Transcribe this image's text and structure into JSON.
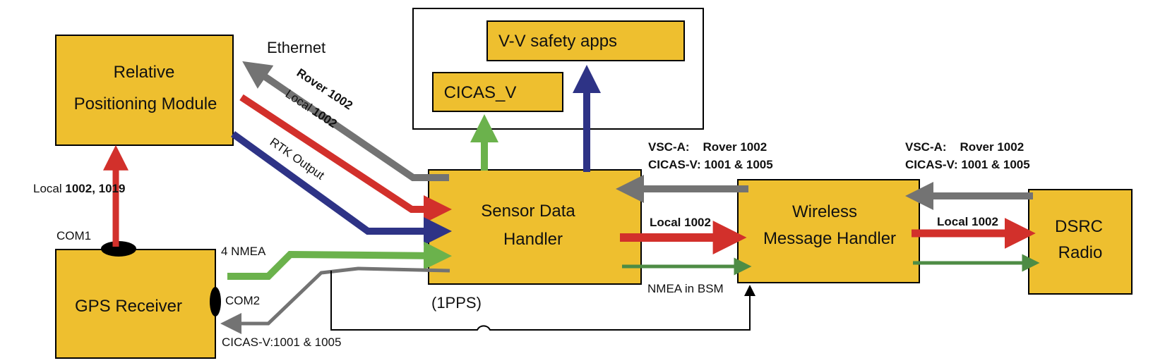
{
  "colors": {
    "box_fill": "#EEBF2F",
    "box_stroke": "#000000",
    "gray": "#737373",
    "red": "#D2302B",
    "blue": "#2E3386",
    "green": "#6BB24C",
    "dark_green": "#4E8C45"
  },
  "boxes": {
    "rpm": [
      "Relative",
      "Positioning Module"
    ],
    "gps": "GPS Receiver",
    "vv": "V-V safety apps",
    "cicas": "CICAS_V",
    "sdh": [
      "Sensor Data",
      "Handler"
    ],
    "wmh": [
      "Wireless",
      "Message Handler"
    ],
    "dsrc": [
      "DSRC",
      "Radio"
    ]
  },
  "labels": {
    "ethernet": "Ethernet",
    "rover_1002": "Rover 1002",
    "local_1002_diag": "Local 1002",
    "rtk_output": "RTK Output",
    "local_1002_1019": "Local 1002, 1019",
    "com1": "COM1",
    "com2": "COM2",
    "nmea4": "4 NMEA",
    "cicas_1001_1005": "CICAS-V:1001 & 1005",
    "pps": "(1PPS)",
    "nmea_bsm": "NMEA in BSM",
    "vsc_a_1": "VSC-A:    Rover 1002",
    "cicas_v_1": "CICAS-V: 1001 & 1005",
    "local_1002_mid": "Local 1002",
    "vsc_a_2": "VSC-A:    Rover 1002",
    "cicas_v_2": "CICAS-V: 1001 & 1005",
    "local_1002_right": "Local 1002"
  }
}
